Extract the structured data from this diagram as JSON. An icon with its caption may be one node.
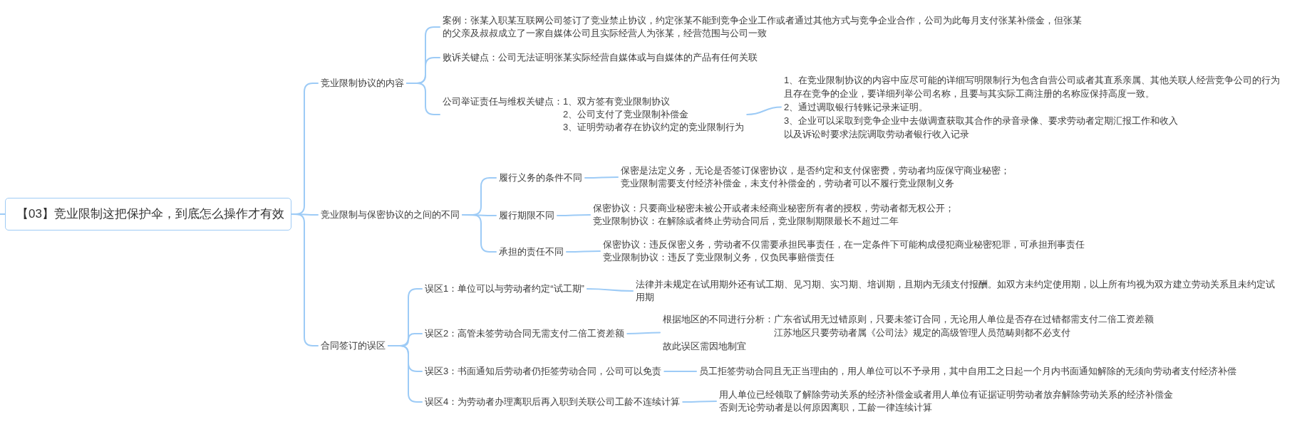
{
  "diagram": {
    "nodes": [
      {
        "text": [
          "【03】竞业限制这把保护伞，到底怎么操作才有效"
        ]
      },
      {
        "text": [
          "竞业限制协议的内容"
        ]
      },
      {
        "text": [
          "案例：张某入职某互联网公司签订了竞业禁止协议，约定张某不能到竞争企业工作或者通过其他方式与竞争企业合作，公司为此每月支付张某补偿金，但张某的父亲及叔叔成立了一家自媒体公司且实际经营人为张某，经营范围与公司一致"
        ]
      },
      {
        "text": [
          "败诉关键点：公司无法证明张某实际经营自媒体或与自媒体的产品有任何关联"
        ]
      },
      {
        "text": [
          "公司举证责任与维权关键点：",
          "1、双方签有竞业限制协议",
          "2、公司支付了竞业限制补偿金",
          "3、证明劳动者存在协议约定的竞业限制行为"
        ]
      },
      {
        "text": [
          "1、在竞业限制协议的内容中应尽可能的详细写明限制行为包含自营公司或者其直系亲属、其他关联人经营竞争公司的行为且存在竞争的企业，要详细列举公司名称，且要与其实际工商注册的名称应保持高度一致。",
          "2、通过调取银行转账记录来证明。",
          "3、企业可以采取到竞争企业中去做调查获取其合作的录音录像、要求劳动者定期汇报工作和收入",
          "以及诉讼时要求法院调取劳动者银行收入记录"
        ]
      },
      {
        "text": [
          "竞业限制与保密协议的之间的不同"
        ]
      },
      {
        "text": [
          "履行义务的条件不同"
        ]
      },
      {
        "text": [
          "保密是法定义务，无论是否签订保密协议，是否约定和支付保密费，劳动者均应保守商业秘密；",
          "竞业限制需要支付经济补偿金，未支付补偿金的，劳动者可以不履行竞业限制义务"
        ]
      },
      {
        "text": [
          "履行期限不同"
        ]
      },
      {
        "text": [
          "保密协议：只要商业秘密未被公开或者未经商业秘密所有者的授权，劳动者都无权公开；",
          "竞业限制协议：在解除或者终止劳动合同后，竞业限制期限最长不超过二年"
        ]
      },
      {
        "text": [
          "承担的责任不同"
        ]
      },
      {
        "text": [
          "保密协议：违反保密义务，劳动者不仅需要承担民事责任，在一定条件下可能构成侵犯商业秘密犯罪，可承担刑事责任",
          "竞业限制协议：违反了竞业限制义务，仅负民事赔偿责任"
        ]
      },
      {
        "text": [
          "合同签订的误区"
        ]
      },
      {
        "text": [
          "误区1：单位可以与劳动者约定“试工期”"
        ]
      },
      {
        "text": [
          "法律并未规定在试用期外还有试工期、见习期、实习期、培训期，且期内无须支付报酬。如双方未约定使用期，以上所有均视为双方建立劳动关系且未约定试用期"
        ]
      },
      {
        "text": [
          "误区2：高管未签劳动合同无需支付二倍工资差额"
        ]
      },
      {
        "text": [
          "根据地区的不同进行分析：",
          "广东省试用无过错原则，只要未签订合同，无论用人单位是否存在过错都需支付二倍工资差额",
          "江苏地区只要劳动者属《公司法》规定的高级管理人员范畴则都不必支付",
          "故此误区需因地制宜"
        ]
      },
      {
        "text": [
          "误区3：书面通知后劳动者仍拒签劳动合同，公司可以免责"
        ]
      },
      {
        "text": [
          "员工拒签劳动合同且无正当理由的，用人单位可以不予录用，其中自用工之日起一个月内书面通知解除的无须向劳动者支付经济补偿"
        ]
      },
      {
        "text": [
          "误区4：为劳动者办理离职后再入职到关联公司工龄不连续计算"
        ]
      },
      {
        "text": [
          "用人单位已经领取了解除劳动关系的经济补偿金或者用人单位有证据证明劳动者放弃解除劳动关系的经济补偿金",
          "否则无论劳动者是以何原因离职，工龄一律连续计算"
        ]
      }
    ],
    "edges": [
      {
        "from": null,
        "to": 0,
        "arrow": "none"
      },
      {
        "from": 0,
        "to": 1,
        "arrow": "none"
      },
      {
        "from": 0,
        "to": 6,
        "arrow": "none"
      },
      {
        "from": 0,
        "to": 13,
        "arrow": "none"
      },
      {
        "from": 1,
        "to": 2,
        "arrow": "none"
      },
      {
        "from": 1,
        "to": 3,
        "arrow": "none"
      },
      {
        "from": 1,
        "to": 4,
        "arrow": "none"
      },
      {
        "from": 4,
        "to": 5,
        "arrow": "none"
      },
      {
        "from": 6,
        "to": 7,
        "arrow": "none"
      },
      {
        "from": 6,
        "to": 9,
        "arrow": "none"
      },
      {
        "from": 6,
        "to": 11,
        "arrow": "none"
      },
      {
        "from": 7,
        "to": 8,
        "arrow": "none"
      },
      {
        "from": 9,
        "to": 10,
        "arrow": "none"
      },
      {
        "from": 11,
        "to": 12,
        "arrow": "none"
      },
      {
        "from": 13,
        "to": 14,
        "arrow": "none"
      },
      {
        "from": 13,
        "to": 16,
        "arrow": "none"
      },
      {
        "from": 13,
        "to": 18,
        "arrow": "none"
      },
      {
        "from": 13,
        "to": 20,
        "arrow": "none"
      },
      {
        "from": 14,
        "to": 15,
        "arrow": "none"
      },
      {
        "from": 16,
        "to": 17,
        "arrow": "none"
      },
      {
        "from": 18,
        "to": 19,
        "arrow": "none"
      },
      {
        "from": 20,
        "to": 21,
        "arrow": "none"
      }
    ]
  }
}
